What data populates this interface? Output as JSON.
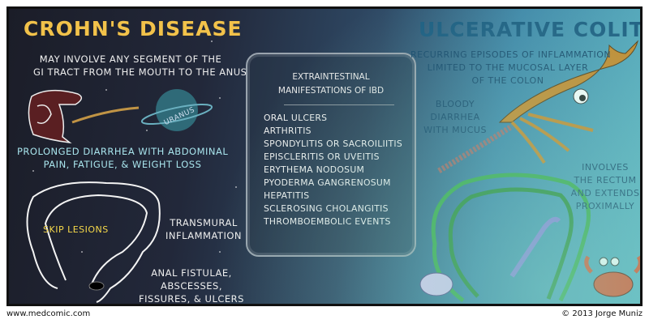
{
  "crohns": {
    "title": "Crohn's Disease",
    "subtitle": [
      "May involve any segment of the",
      "GI tract from the mouth to the anus"
    ],
    "planet_label": "Uranus",
    "symptoms": [
      "Prolonged diarrhea with abdominal",
      "pain, fatigue, & weight loss"
    ],
    "skip_lesions": "Skip lesions",
    "transmural": [
      "Transmural",
      "inflammation"
    ],
    "anal": [
      "Anal fistulae,",
      "abscesses,",
      "fissures, & ulcers"
    ]
  },
  "box": {
    "heading": [
      "Extraintestinal",
      "manifestations of IBD"
    ],
    "items": [
      "Oral ulcers",
      "Arthritis",
      "Spondylitis or sacroiliitis",
      "Episcleritis or uveitis",
      "Erythema nodosum",
      "Pyoderma gangrenosum",
      "Hepatitis",
      "Sclerosing cholangitis",
      "Thromboembolic events"
    ]
  },
  "uc": {
    "title": "Ulcerative Colitis",
    "subtitle": [
      "Recurring episodes of inflammation",
      "limited to the mucosal layer",
      "of the colon"
    ],
    "bloody": [
      "Bloody",
      "diarrhea",
      "with mucus"
    ],
    "rectum": [
      "Involves",
      "the rectum",
      "and extends",
      "proximally"
    ]
  },
  "footer": {
    "site": "www.medcomic.com",
    "copyright": "© 2013 Jorge Muniz"
  },
  "colors": {
    "crohn_title": "#f2c24a",
    "uc_title": "#1b5b80",
    "symptom_text": "#a8e4ec",
    "skip": "#f5d84a"
  }
}
